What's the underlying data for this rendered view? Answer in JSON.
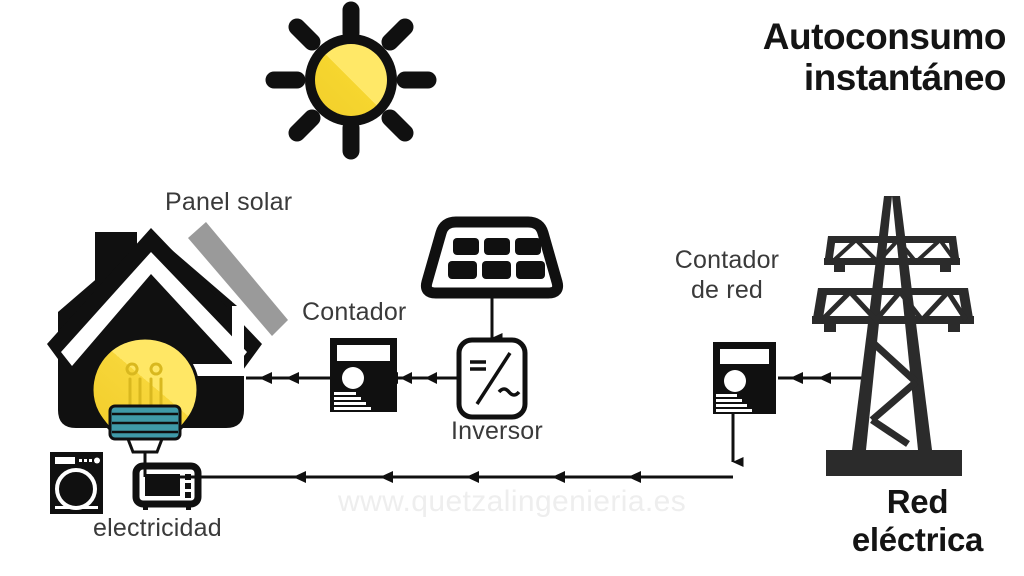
{
  "diagram": {
    "title_lines": [
      "Autoconsumo",
      "instantáneo"
    ],
    "watermark": "www.quetzalingenieria.es",
    "labels": {
      "panel_solar": "Panel solar",
      "contador": "Contador",
      "inversor": "Inversor",
      "contador_de_red_line1": "Contador",
      "contador_de_red_line2": "de red",
      "electricidad": "electricidad",
      "red_electrica_line1": "Red",
      "red_electrica_line2": "eléctrica"
    },
    "inverter_symbols": {
      "dc": "=",
      "ac": "≈"
    },
    "colors": {
      "black": "#101010",
      "sun_yellow_light": "#ffe14d",
      "sun_yellow_dark": "#f2cf2b",
      "bulb_yellow_light": "#ffe35c",
      "bulb_yellow_dark": "#f5d02e",
      "bulb_base_teal": "#3f9aa8",
      "panel_gray": "#9a9a9a",
      "label_gray": "#3a3a3a",
      "watermark_gray": "#eeeeee",
      "background": "#ffffff"
    },
    "icons": [
      "sun-icon",
      "house-icon",
      "roof-solar-panel-icon",
      "lightbulb-icon",
      "washing-machine-icon",
      "microwave-icon",
      "solar-panel-icon",
      "inverter-icon",
      "electricity-meter-icon",
      "grid-meter-icon",
      "transmission-tower-icon"
    ],
    "flows": [
      {
        "name": "panel-to-inverter",
        "direction": "down"
      },
      {
        "name": "inverter-to-meter",
        "direction": "left"
      },
      {
        "name": "meter-to-house",
        "direction": "left"
      },
      {
        "name": "grid-to-grid-meter",
        "direction": "left"
      },
      {
        "name": "grid-meter-to-appliances",
        "direction": "left"
      }
    ]
  }
}
